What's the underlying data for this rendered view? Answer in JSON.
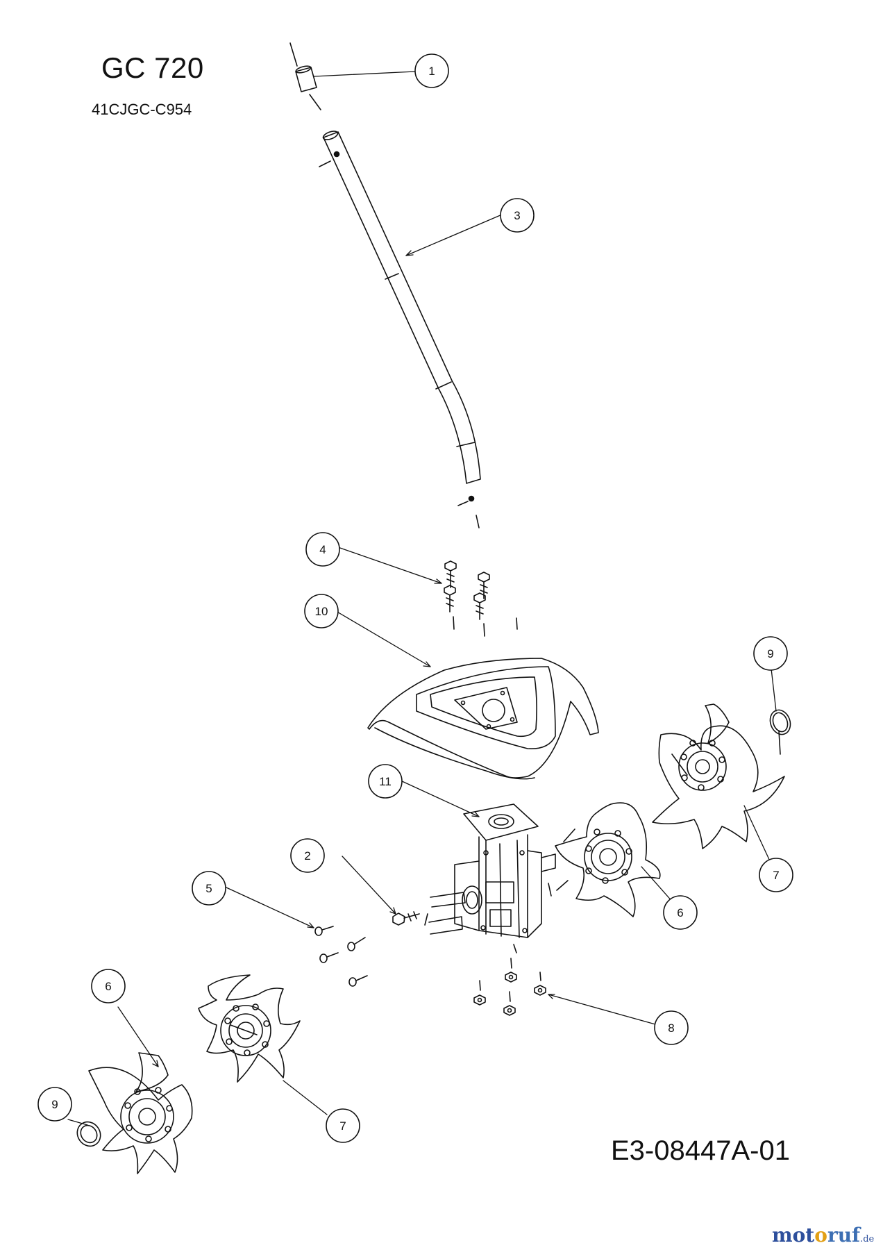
{
  "header": {
    "title": "GC 720",
    "subtitle": "41CJGC-C954"
  },
  "footer": {
    "drawing_code": "E3-08447A-01"
  },
  "brand": {
    "part1": "mot",
    "part2": "o",
    "part3": "ruf",
    "tld": ".de"
  },
  "callouts": [
    {
      "id": "c1",
      "label": "1"
    },
    {
      "id": "c3",
      "label": "3"
    },
    {
      "id": "c4",
      "label": "4"
    },
    {
      "id": "c10",
      "label": "10"
    },
    {
      "id": "c9a",
      "label": "9"
    },
    {
      "id": "c11",
      "label": "11"
    },
    {
      "id": "c7a",
      "label": "7"
    },
    {
      "id": "c2",
      "label": "2"
    },
    {
      "id": "c5",
      "label": "5"
    },
    {
      "id": "c6a",
      "label": "6"
    },
    {
      "id": "c6b",
      "label": "6"
    },
    {
      "id": "c8",
      "label": "8"
    },
    {
      "id": "c9b",
      "label": "9"
    },
    {
      "id": "c7b",
      "label": "7"
    }
  ]
}
